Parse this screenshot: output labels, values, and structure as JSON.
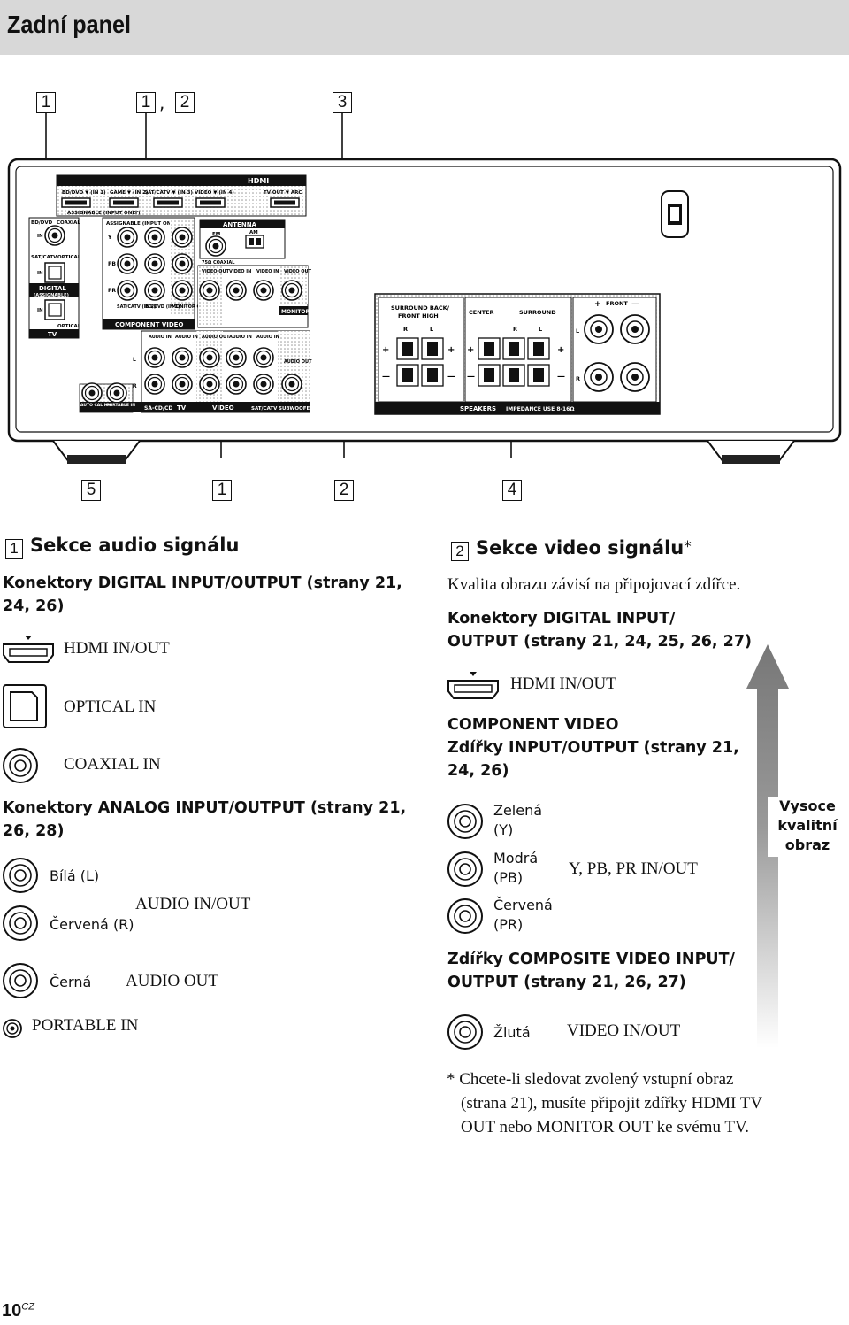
{
  "page": {
    "title": "Zadní panel",
    "page_number": "10",
    "page_suffix": "CZ"
  },
  "diagram": {
    "callouts_top": [
      "1",
      "1",
      "2",
      "3"
    ],
    "callouts_top_sep": ",",
    "callouts_bottom": [
      "5",
      "1",
      "2",
      "4"
    ],
    "panel_labels": {
      "hdmi": "HDMI",
      "bd_dvd_in1": "BD/DVD ▼ (IN 1)",
      "game_in2": "GAME ▼ (IN 2)",
      "sat_catv_in3": "SAT/CATV ▼ (IN 3)",
      "video_in4": "VIDEO ▼ (IN 4)",
      "tv_out_arc": "TV OUT ▼ ARC",
      "assignable_input_only": "ASSIGNABLE (INPUT ONLY)",
      "bd_dvd": "BD/DVD",
      "coaxial": "COAXIAL",
      "in": "IN",
      "sat_catv": "SAT/CATV",
      "optical": "OPTICAL",
      "digital": "DIGITAL",
      "assignable": "(ASSIGNABLE)",
      "tv": "TV",
      "y": "Y",
      "pb": "PB",
      "pr": "PR",
      "sat_catv_in2": "SAT/CATV (IN 2)",
      "bd_dvd_in1_short": "BD/DVD (IN 1)",
      "monitor_out": "MONITOR OUT",
      "component_video": "COMPONENT VIDEO",
      "antenna": "ANTENNA",
      "fm": "FM",
      "am": "AM",
      "coaxial_75": "75Ω COAXIAL",
      "video_out": "VIDEO OUT",
      "video_in": "VIDEO IN",
      "monitor": "MONITOR",
      "audio_in": "AUDIO IN",
      "audio_out": "AUDIO OUT",
      "l": "L",
      "r": "R",
      "auto_cal_mic": "AUTO CAL MIC",
      "portable_in": "PORTABLE IN",
      "sa_cd_cd": "SA-CD/CD",
      "video": "VIDEO",
      "subwoofer": "SUBWOOFER",
      "surround_back": "SURROUND BACK/",
      "front_high": "FRONT HIGH",
      "center": "CENTER",
      "surround": "SURROUND",
      "front": "FRONT",
      "speakers": "SPEAKERS",
      "impedance": "IMPEDANCE USE 8-16Ω",
      "plus": "+",
      "minus": "—"
    }
  },
  "left": {
    "section_num": "1",
    "section_title": "Sekce audio signálu",
    "digital_heading": "Konektory DIGITAL INPUT/OUTPUT (strany 21, 24, 26)",
    "hdmi": "HDMI IN/OUT",
    "optical": "OPTICAL IN",
    "coaxial": "COAXIAL IN",
    "analog_heading": "Konektory ANALOG INPUT/OUTPUT (strany 21, 26, 28)",
    "white": "Bílá (L)",
    "red": "Červená (R)",
    "audio_inout": "AUDIO IN/OUT",
    "black": "Černá",
    "audio_out": "AUDIO OUT",
    "portable": "PORTABLE IN"
  },
  "right": {
    "section_num": "2",
    "section_title": "Sekce video signálu",
    "asterisk": "*",
    "quality_note": "Kvalita obrazu závisí na připojovací zdířce.",
    "digital_heading_l1": "Konektory DIGITAL INPUT/",
    "digital_heading_l2": "OUTPUT (strany 21, 24, 25, 26, 27)",
    "hdmi": "HDMI IN/OUT",
    "component_l1": "COMPONENT VIDEO",
    "component_l2": "Zdířky INPUT/OUTPUT (strany 21,",
    "component_l3": "24, 26)",
    "green_l1": "Zelená",
    "green_l2": "(Y)",
    "blue_l1": "Modrá",
    "blue_l2": "(PB)",
    "red_l1": "Červená",
    "red_l2": "(PR)",
    "ypbpr": "Y, PB, PR IN/OUT",
    "composite_l1": "Zdířky COMPOSITE VIDEO INPUT/",
    "composite_l2": "OUTPUT (strany 21, 26, 27)",
    "yellow": "Žlutá",
    "video_inout": "VIDEO IN/OUT",
    "quality_arrow_l1": "Vysoce",
    "quality_arrow_l2": "kvalitní",
    "quality_arrow_l3": "obraz",
    "footnote_l1": "* Chcete-li sledovat zvolený vstupní obraz",
    "footnote_l2": "(strana 21), musíte připojit zdířky HDMI TV",
    "footnote_l3": "OUT nebo MONITOR OUT ke svému TV."
  }
}
